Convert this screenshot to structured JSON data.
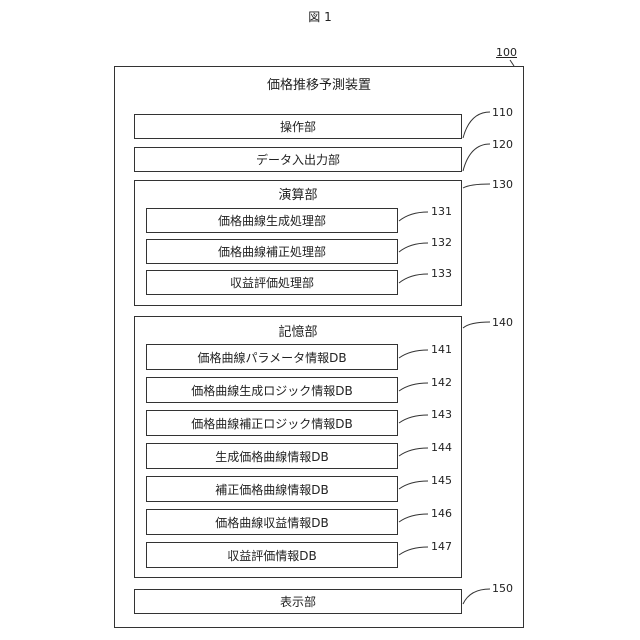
{
  "figure_label": "図 1",
  "device": {
    "ref": "100",
    "label": "価格推移予測装置"
  },
  "operation": {
    "ref": "110",
    "label": "操作部"
  },
  "data_io": {
    "ref": "120",
    "label": "データ入出力部"
  },
  "compute": {
    "ref": "130",
    "label": "演算部",
    "items": [
      {
        "ref": "131",
        "label": "価格曲線生成処理部"
      },
      {
        "ref": "132",
        "label": "価格曲線補正処理部"
      },
      {
        "ref": "133",
        "label": "収益評価処理部"
      }
    ]
  },
  "storage": {
    "ref": "140",
    "label": "記憶部",
    "items": [
      {
        "ref": "141",
        "label": "価格曲線パラメータ情報DB"
      },
      {
        "ref": "142",
        "label": "価格曲線生成ロジック情報DB"
      },
      {
        "ref": "143",
        "label": "価格曲線補正ロジック情報DB"
      },
      {
        "ref": "144",
        "label": "生成価格曲線情報DB"
      },
      {
        "ref": "145",
        "label": "補正価格曲線情報DB"
      },
      {
        "ref": "146",
        "label": "価格曲線収益情報DB"
      },
      {
        "ref": "147",
        "label": "収益評価情報DB"
      }
    ]
  },
  "display": {
    "ref": "150",
    "label": "表示部"
  }
}
